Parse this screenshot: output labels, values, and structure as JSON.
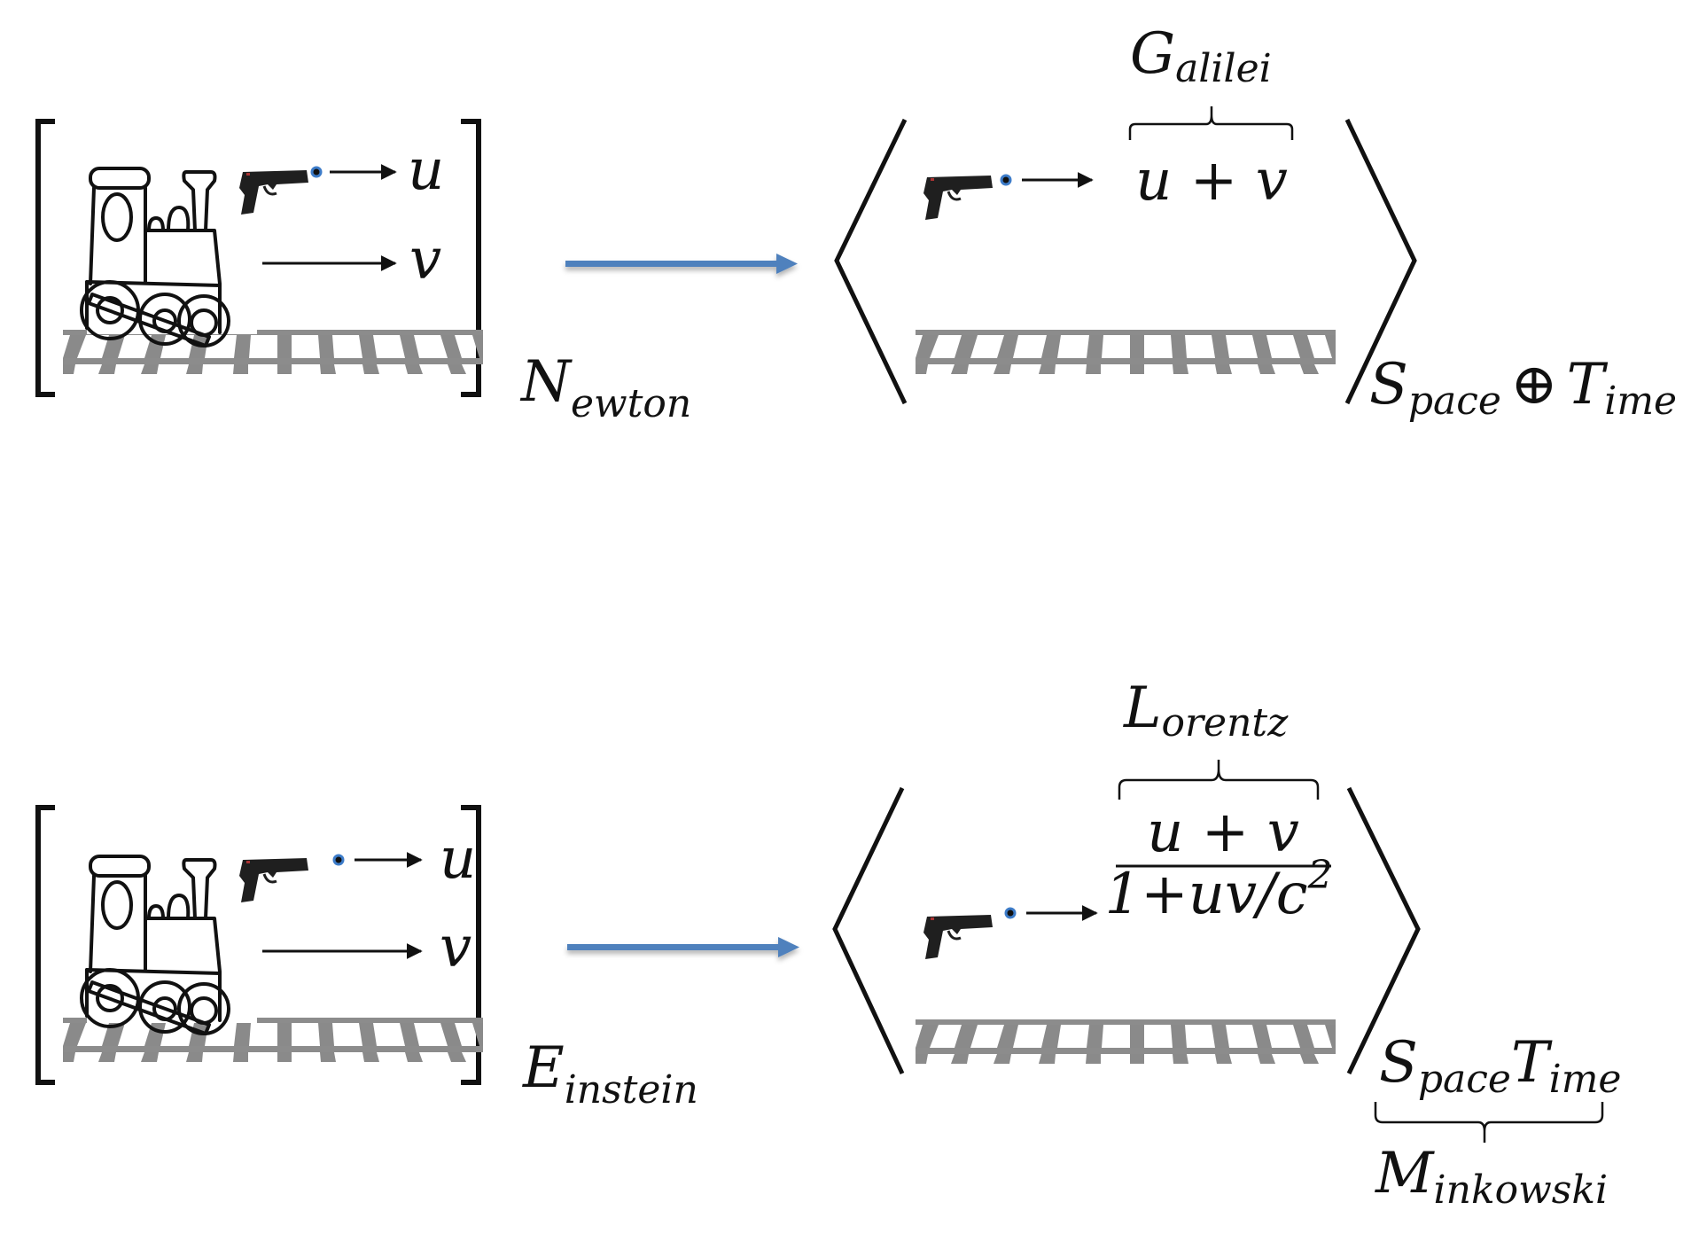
{
  "title": "Galilean vs. Lorentz velocity addition",
  "rows": [
    {
      "id": "newton",
      "frame_label": {
        "main": "N",
        "sub": "ewton"
      },
      "velocity_labels": {
        "bullet": "u",
        "train": "v"
      },
      "result": {
        "transform_label": {
          "main": "G",
          "sub": "alilei"
        },
        "formula": "u + v",
        "structure_label": {
          "space_main": "S",
          "space_sub": "pace",
          "operator": "⊕",
          "time_main": "T",
          "time_sub": "ime"
        }
      }
    },
    {
      "id": "einstein",
      "frame_label": {
        "main": "E",
        "sub": "instein"
      },
      "velocity_labels": {
        "bullet": "u",
        "train": "v"
      },
      "result": {
        "transform_label": {
          "main": "L",
          "sub": "orentz"
        },
        "formula_numerator": "u + v",
        "formula_denominator": "1+uv/c",
        "formula_denominator_exponent": "2",
        "structure_label": {
          "space_main": "S",
          "space_sub": "pace",
          "time_main": "T",
          "time_sub": "ime"
        },
        "structure_name": {
          "main": "M",
          "sub": "inkowski"
        }
      }
    }
  ],
  "icons": {
    "train": "steam-locomotive-drawing",
    "gun": "pistol",
    "bullet": "bullet-dot",
    "rails": "railway-track",
    "transition_arrow": "right-arrow"
  },
  "colors": {
    "transition_arrow": "#4f81bd",
    "bullet": "#3d7cc9",
    "ink": "#111111",
    "rails": "#8c8c8c"
  }
}
